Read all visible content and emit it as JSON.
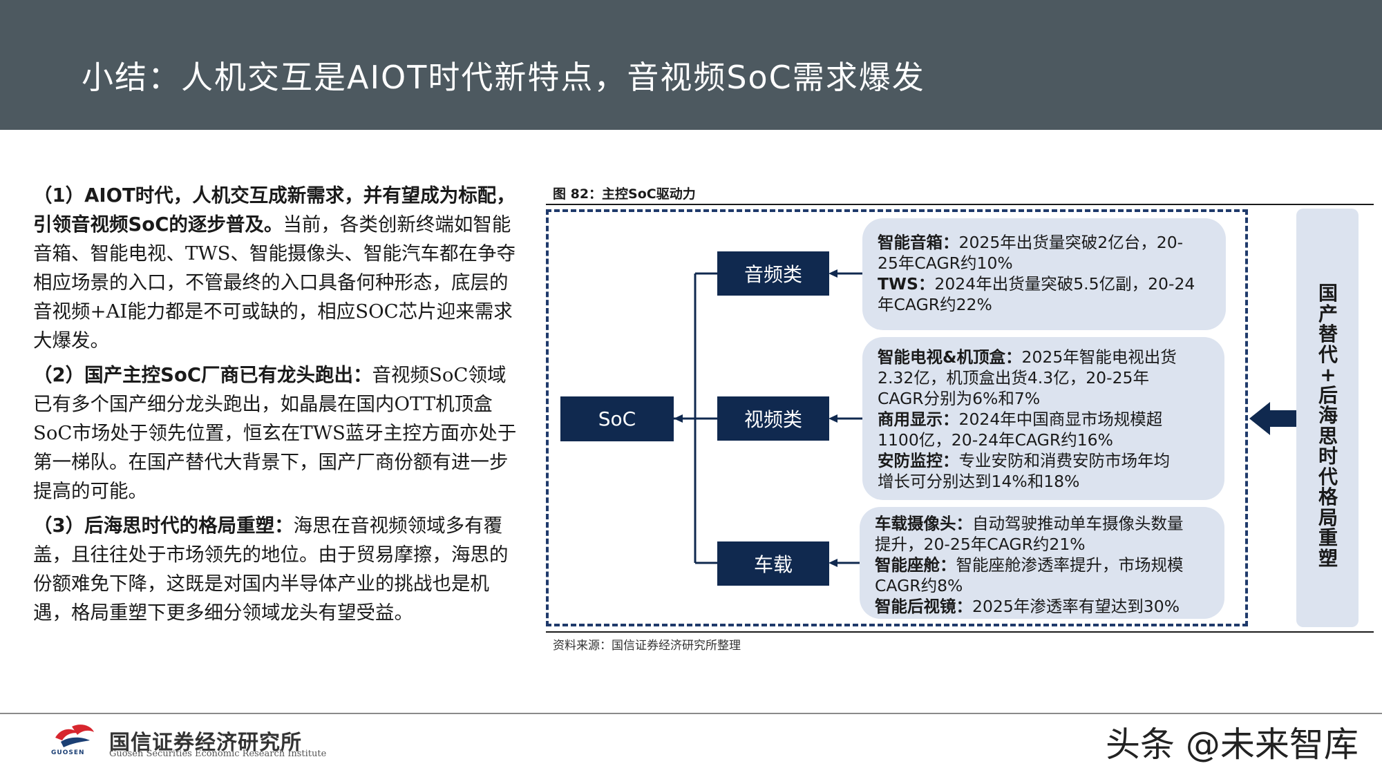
{
  "header": {
    "title": "小结：人机交互是AIOT时代新特点，音视频SoC需求爆发"
  },
  "left": {
    "p1_bold": "（1）AIOT时代，人机交互成新需求，并有望成为标配，引领音视频SoC的逐步普及。",
    "p1_text": "当前，各类创新终端如智能音箱、智能电视、TWS、智能摄像头、智能汽车都在争夺相应场景的入口，不管最终的入口具备何种形态，底层的音视频+AI能力都是不可或缺的，相应SOC芯片迎来需求大爆发。",
    "p2_bold": "（2）国产主控SoC厂商已有龙头跑出：",
    "p2_text": "音视频SoC领域已有多个国产细分龙头跑出，如晶晨在国内OTT机顶盒SoC市场处于领先位置，恒玄在TWS蓝牙主控方面亦处于第一梯队。在国产替代大背景下，国产厂商份额有进一步提高的可能。",
    "p3_bold": "（3）后海思时代的格局重塑：",
    "p3_text": "海思在音视频领域多有覆盖，且往往处于市场领先的地位。由于贸易摩擦，海思的份额难免下降，这既是对国内半导体产业的挑战也是机遇，格局重塑下更多细分领域龙头有望受益。"
  },
  "figure": {
    "caption": "图 82：主控SoC驱动力",
    "source": "资料来源：国信证券经济研究所整理",
    "soc_label": "SoC",
    "audio_label": "音频类",
    "video_label": "视频类",
    "car_label": "车载",
    "audio_box": {
      "l1a": "智能音箱：",
      "l1b": "2025年出货量突破2亿台，20-",
      "l2": "25年CAGR约10%",
      "l3a": "TWS：",
      "l3b": "2024年出货量突破5.5亿副，20-24",
      "l4": "年CAGR约22%"
    },
    "video_box": {
      "l1a": "智能电视&机顶盒：",
      "l1b": "2025年智能电视出货",
      "l2": "2.32亿，机顶盒出货4.3亿，20-25年",
      "l3": "CAGR分别为6%和7%",
      "l4a": "商用显示：",
      "l4b": "2024年中国商显市场规模超",
      "l5": "1100亿，20-24年CAGR约16%",
      "l6a": "安防监控：",
      "l6b": "专业安防和消费安防市场年均",
      "l7": "增长可分别达到14%和18%"
    },
    "car_box": {
      "l1a": "车载摄像头：",
      "l1b": "自动驾驶推动单车摄像头数量",
      "l2": "提升，20-25年CAGR约21%",
      "l3a": "智能座舱：",
      "l3b": "智能座舱渗透率提升，市场规模",
      "l4": "CAGR约8%",
      "l5a": "智能后视镜：",
      "l5b": "2025年渗透率有望达到30%"
    },
    "side_text": "国\n产\n替\n代\n+\n后\n海\n思\n时\n代\n格\n局\n重\n塑"
  },
  "footer": {
    "org": "国信证券经济研究所",
    "org_en": "Guosen Securities Economic Research Institute",
    "logo_sub": "GUOSEN",
    "watermark": "头条 @未来智库"
  },
  "colors": {
    "header_bg": "#4d5960",
    "navy": "#10294f",
    "light_panel": "#dce3ef",
    "logo_red": "#d7262e",
    "logo_blue": "#1b3f74"
  }
}
